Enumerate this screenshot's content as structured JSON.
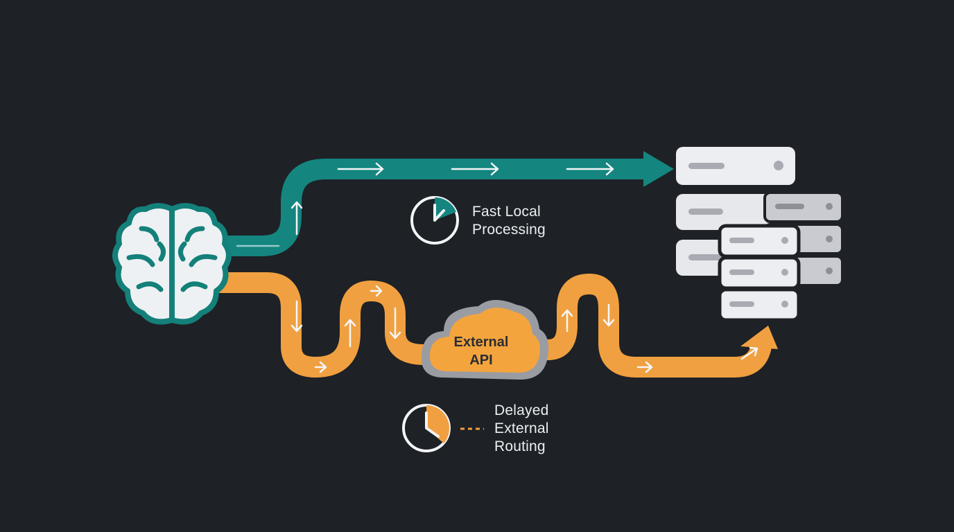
{
  "colors": {
    "background": "#1e2126",
    "fast_path": "#14857f",
    "slow_path": "#f0a040",
    "brain_outline": "#14807a",
    "brain_fill": "#eef1f3",
    "server": "#e9ebee",
    "server_alt": "#c9cbd0",
    "cloud_fill": "#f3a43d",
    "cloud_outline": "#9a9ca3",
    "arrow": "#f4f6f8"
  },
  "diagram": {
    "source_icon": "brain-icon",
    "destination_icon": "server-stack-icon",
    "fast_label": [
      "Fast Local",
      "Processing"
    ],
    "external_label": [
      "External",
      "API"
    ],
    "slow_label": [
      "Delayed",
      "External",
      "Routing"
    ]
  }
}
